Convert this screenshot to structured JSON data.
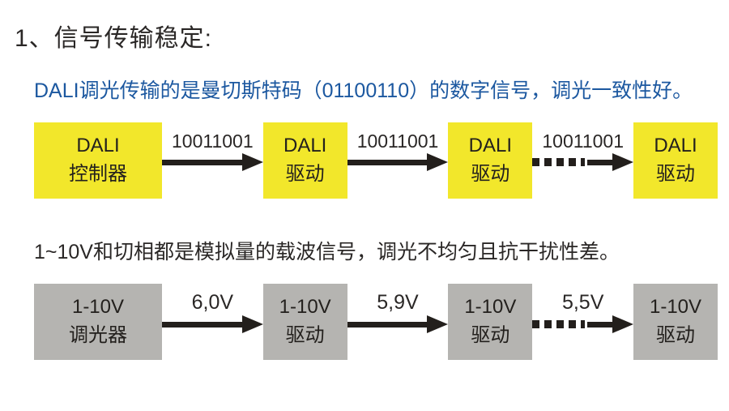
{
  "title": "1、信号传输稳定:",
  "palette": {
    "heading_text": "#2a2726",
    "dali_description_text": "#1c58a0",
    "dali_box": "#f2e72b",
    "analog_box": "#b5b4b1",
    "box_text": "#23201d",
    "arrow_ink": "#231f1c"
  },
  "sections": [
    {
      "id": "dali",
      "description": "DALI调光传输的是曼切斯特码（01100110）的数字信号，调光一致性好。",
      "nodes": [
        {
          "line1": "DALI",
          "line2": "控制器"
        },
        {
          "line1": "DALI",
          "line2": "驱动"
        },
        {
          "line1": "DALI",
          "line2": "驱动"
        },
        {
          "line1": "DALI",
          "line2": "驱动"
        }
      ],
      "arrows": [
        {
          "label": "10011001",
          "style": "solid"
        },
        {
          "label": "10011001",
          "style": "solid"
        },
        {
          "label": "10011001",
          "style": "dashed"
        }
      ]
    },
    {
      "id": "analog",
      "description": "1~10V和切相都是模拟量的载波信号，调光不均匀且抗干扰性差。",
      "nodes": [
        {
          "line1": "1-10V",
          "line2": "调光器"
        },
        {
          "line1": "1-10V",
          "line2": "驱动"
        },
        {
          "line1": "1-10V",
          "line2": "驱动"
        },
        {
          "line1": "1-10V",
          "line2": "驱动"
        }
      ],
      "arrows": [
        {
          "label": "6,0V",
          "style": "solid"
        },
        {
          "label": "5,9V",
          "style": "solid"
        },
        {
          "label": "5,5V",
          "style": "dashed"
        }
      ]
    }
  ]
}
